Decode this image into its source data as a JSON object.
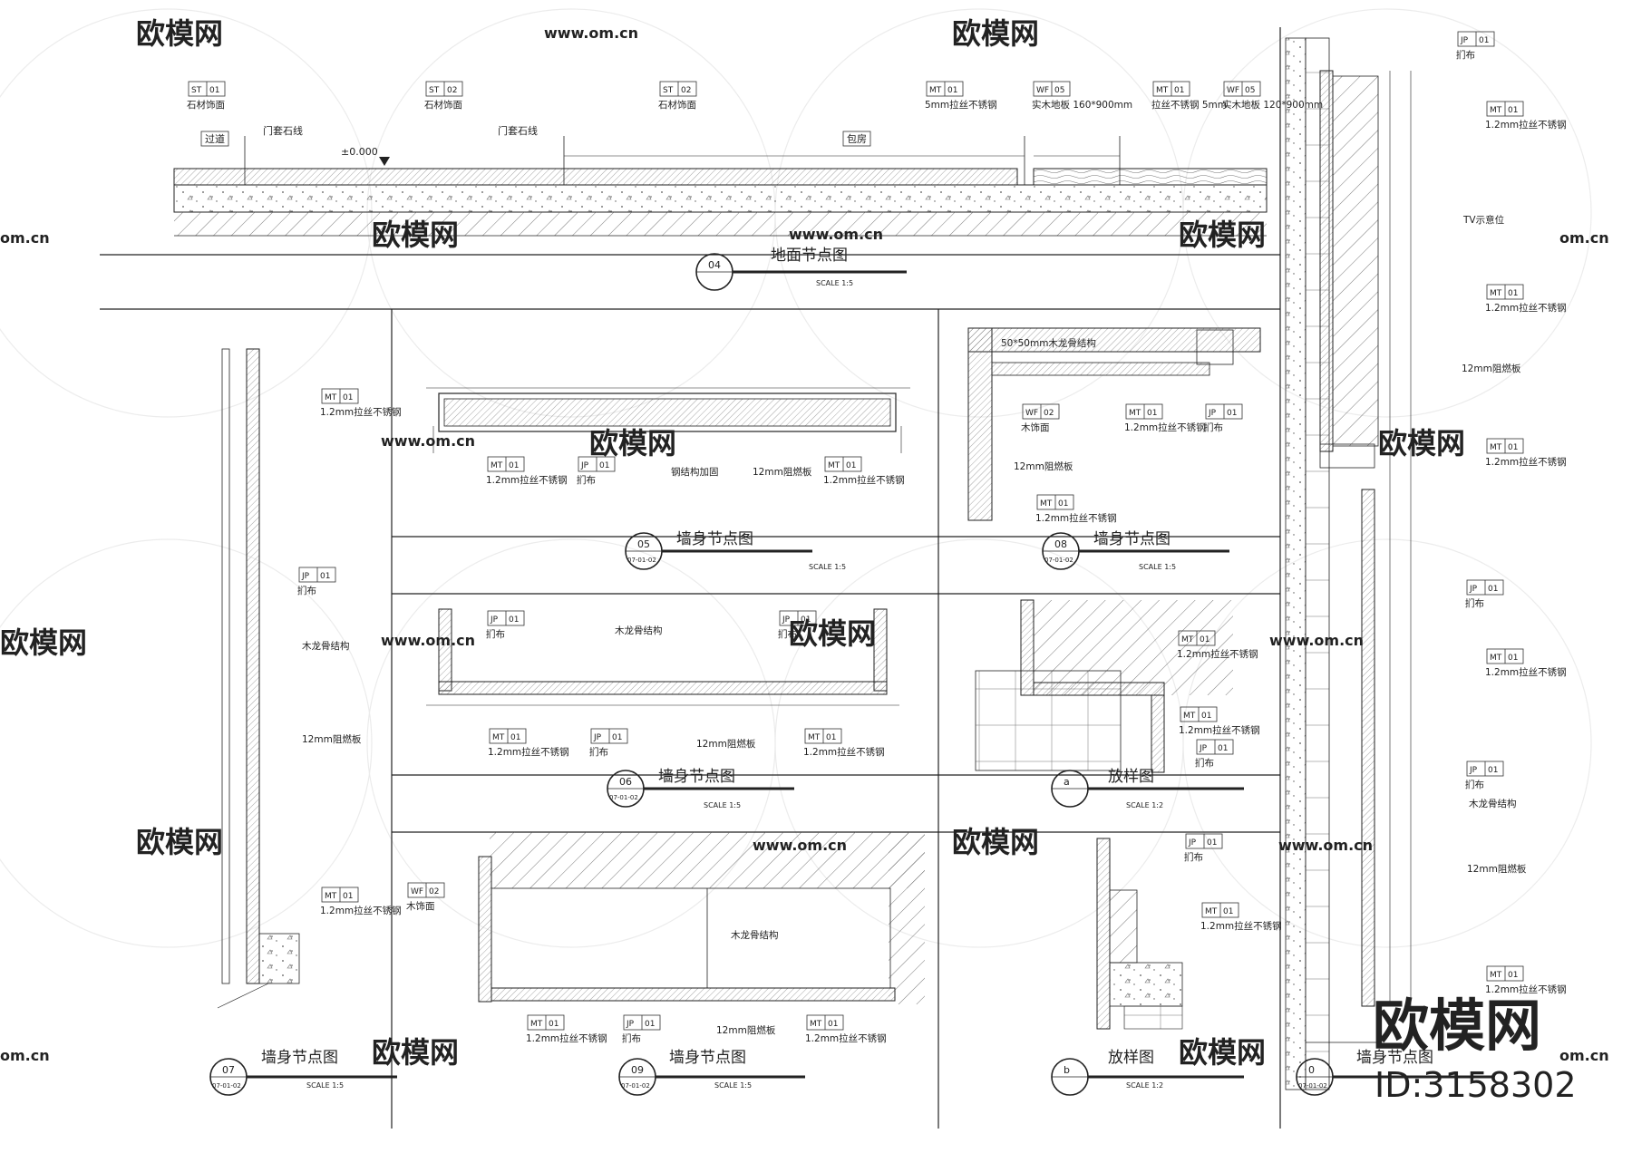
{
  "watermark": {
    "brand": "欧模网",
    "site": "www.om.cn",
    "site_short": "om.cn",
    "id_line": "ID:3158302"
  },
  "floor_node": {
    "title": "地面节点图",
    "badge_num": "04",
    "scale": "SCALE 1:5",
    "datum": "±0.000",
    "tags": [
      {
        "code": "ST",
        "num": "01",
        "label": "石材饰面"
      },
      {
        "code": "ST",
        "num": "02",
        "label": "石材饰面"
      },
      {
        "code": "ST",
        "num": "02",
        "label": "石材饰面"
      },
      {
        "code": "MT",
        "num": "01",
        "label": "5mm拉丝不锈钢"
      },
      {
        "code": "WF",
        "num": "05",
        "label": "实木地板 160*900mm"
      },
      {
        "code": "MT",
        "num": "01",
        "label": "拉丝不锈钢 5mm"
      },
      {
        "code": "WF",
        "num": "05",
        "label": "实木地板 120*900mm"
      }
    ],
    "zones": [
      "过道",
      "门套石线",
      "门套石线",
      "包房"
    ]
  },
  "panel_05": {
    "title": "墙身节点图",
    "badge_num": "05",
    "badge_sub": "07-01-02",
    "scale": "SCALE 1:5",
    "callouts": [
      {
        "code": "MT",
        "num": "01",
        "label": "1.2mm拉丝不锈钢"
      },
      {
        "code": "JP",
        "num": "01",
        "label": "扪布"
      },
      {
        "code": "",
        "num": "",
        "label": "钢结构加固"
      },
      {
        "code": "",
        "num": "",
        "label": "12mm阻燃板"
      },
      {
        "code": "MT",
        "num": "01",
        "label": "1.2mm拉丝不锈钢"
      }
    ]
  },
  "panel_08": {
    "title": "墙身节点图",
    "badge_num": "08",
    "badge_sub": "07-01-02",
    "scale": "SCALE 1:5",
    "callouts": [
      {
        "code": "",
        "num": "",
        "label": "50*50mm木龙骨结构"
      },
      {
        "code": "WF",
        "num": "02",
        "label": "木饰面"
      },
      {
        "code": "MT",
        "num": "01",
        "label": "1.2mm拉丝不锈钢"
      },
      {
        "code": "JP",
        "num": "01",
        "label": "扪布"
      },
      {
        "code": "",
        "num": "",
        "label": "12mm阻燃板"
      },
      {
        "code": "MT",
        "num": "01",
        "label": "1.2mm拉丝不锈钢"
      }
    ]
  },
  "panel_06": {
    "title": "墙身节点图",
    "badge_num": "06",
    "badge_sub": "07-01-02",
    "scale": "SCALE 1:5",
    "callouts": [
      {
        "code": "JP",
        "num": "01",
        "label": "扪布"
      },
      {
        "code": "",
        "num": "",
        "label": "木龙骨结构"
      },
      {
        "code": "JP",
        "num": "01",
        "label": "扪布"
      },
      {
        "code": "MT",
        "num": "01",
        "label": "1.2mm拉丝不锈钢"
      },
      {
        "code": "JP",
        "num": "01",
        "label": "扪布"
      },
      {
        "code": "",
        "num": "",
        "label": "12mm阻燃板"
      },
      {
        "code": "MT",
        "num": "01",
        "label": "1.2mm拉丝不锈钢"
      }
    ]
  },
  "panel_a": {
    "title": "放样图",
    "badge_num": "a",
    "scale": "SCALE 1:2",
    "callouts": [
      {
        "code": "MT",
        "num": "01",
        "label": "1.2mm拉丝不锈钢"
      },
      {
        "code": "MT",
        "num": "01",
        "label": "1.2mm拉丝不锈钢"
      },
      {
        "code": "JP",
        "num": "01",
        "label": "扪布"
      }
    ]
  },
  "panel_07": {
    "title": "墙身节点图",
    "badge_num": "07",
    "badge_sub": "07-01-02",
    "scale": "SCALE 1:5",
    "callouts": [
      {
        "code": "MT",
        "num": "01",
        "label": "1.2mm拉丝不锈钢"
      },
      {
        "code": "JP",
        "num": "01",
        "label": "扪布"
      },
      {
        "code": "",
        "num": "",
        "label": "木龙骨结构"
      },
      {
        "code": "",
        "num": "",
        "label": "12mm阻燃板"
      },
      {
        "code": "MT",
        "num": "01",
        "label": "1.2mm拉丝不锈钢"
      }
    ]
  },
  "panel_09": {
    "title": "墙身节点图",
    "badge_num": "09",
    "badge_sub": "07-01-02",
    "scale": "SCALE 1:5",
    "callouts": [
      {
        "code": "WF",
        "num": "02",
        "label": "木饰面"
      },
      {
        "code": "",
        "num": "",
        "label": "木龙骨结构"
      },
      {
        "code": "MT",
        "num": "01",
        "label": "1.2mm拉丝不锈钢"
      },
      {
        "code": "JP",
        "num": "01",
        "label": "扪布"
      },
      {
        "code": "",
        "num": "",
        "label": "12mm阻燃板"
      },
      {
        "code": "MT",
        "num": "01",
        "label": "1.2mm拉丝不锈钢"
      }
    ]
  },
  "panel_b": {
    "title": "放样图",
    "badge_num": "b",
    "scale": "SCALE 1:2",
    "callouts": [
      {
        "code": "JP",
        "num": "01",
        "label": "扪布"
      },
      {
        "code": "MT",
        "num": "01",
        "label": "1.2mm拉丝不锈钢"
      }
    ]
  },
  "panel_right": {
    "title": "墙身节点图",
    "badge_num": "0",
    "badge_sub": "07-01-02",
    "callouts": [
      {
        "code": "JP",
        "num": "01",
        "label": "扪布"
      },
      {
        "code": "MT",
        "num": "01",
        "label": "1.2mm拉丝不锈钢"
      },
      {
        "code": "",
        "num": "",
        "label": "TV示意位"
      },
      {
        "code": "MT",
        "num": "01",
        "label": "1.2mm拉丝不锈钢"
      },
      {
        "code": "",
        "num": "",
        "label": "12mm阻燃板"
      },
      {
        "code": "MT",
        "num": "01",
        "label": "1.2mm拉丝不锈钢"
      },
      {
        "code": "JP",
        "num": "01",
        "label": "扪布"
      },
      {
        "code": "MT",
        "num": "01",
        "label": "1.2mm拉丝不锈钢"
      },
      {
        "code": "JP",
        "num": "01",
        "label": "扪布"
      },
      {
        "code": "",
        "num": "",
        "label": "木龙骨结构"
      },
      {
        "code": "",
        "num": "",
        "label": "12mm阻燃板"
      },
      {
        "code": "MT",
        "num": "01",
        "label": "1.2mm拉丝不锈钢"
      }
    ],
    "markers": [
      "a",
      "b"
    ]
  }
}
